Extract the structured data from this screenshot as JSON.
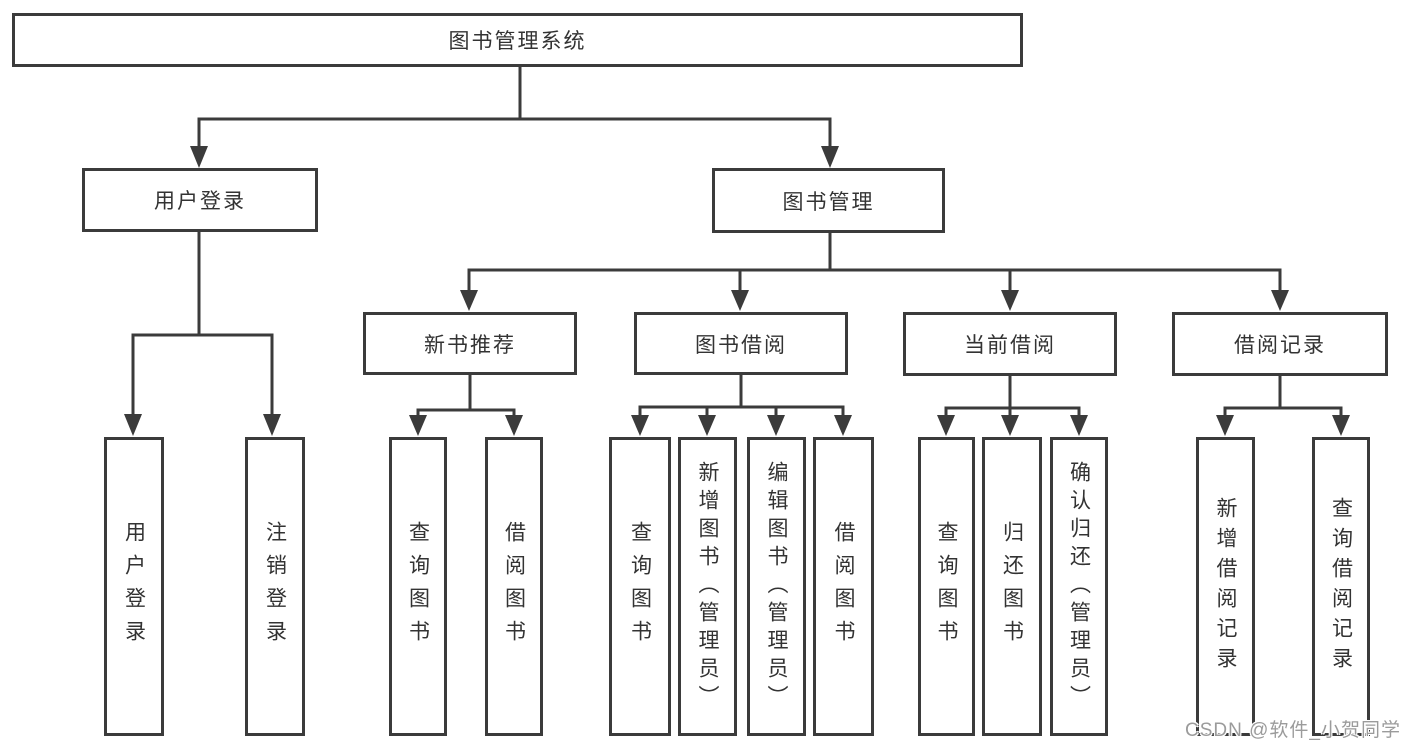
{
  "diagram": {
    "title": "图书管理系统",
    "line_color": "#3b3b3b",
    "text_color": "#333333"
  },
  "tree": {
    "label": "图书管理系统",
    "children": [
      {
        "label": "用户登录",
        "children": [
          {
            "label": "用户登录"
          },
          {
            "label": "注销登录"
          }
        ]
      },
      {
        "label": "图书管理",
        "children": [
          {
            "label": "新书推荐",
            "children": [
              {
                "label": "查询图书"
              },
              {
                "label": "借阅图书"
              }
            ]
          },
          {
            "label": "图书借阅",
            "children": [
              {
                "label": "查询图书"
              },
              {
                "label": "新增图书（管理员）"
              },
              {
                "label": "编辑图书（管理员）"
              },
              {
                "label": "借阅图书"
              }
            ]
          },
          {
            "label": "当前借阅",
            "children": [
              {
                "label": "查询图书"
              },
              {
                "label": "归还图书"
              },
              {
                "label": "确认归还（管理员）"
              }
            ]
          },
          {
            "label": "借阅记录",
            "children": [
              {
                "label": "新增借阅记录"
              },
              {
                "label": "查询借阅记录"
              }
            ]
          }
        ]
      }
    ]
  },
  "watermark": {
    "text": "CSDN @软件_小贺同学",
    "color": "#9b9b9b"
  }
}
